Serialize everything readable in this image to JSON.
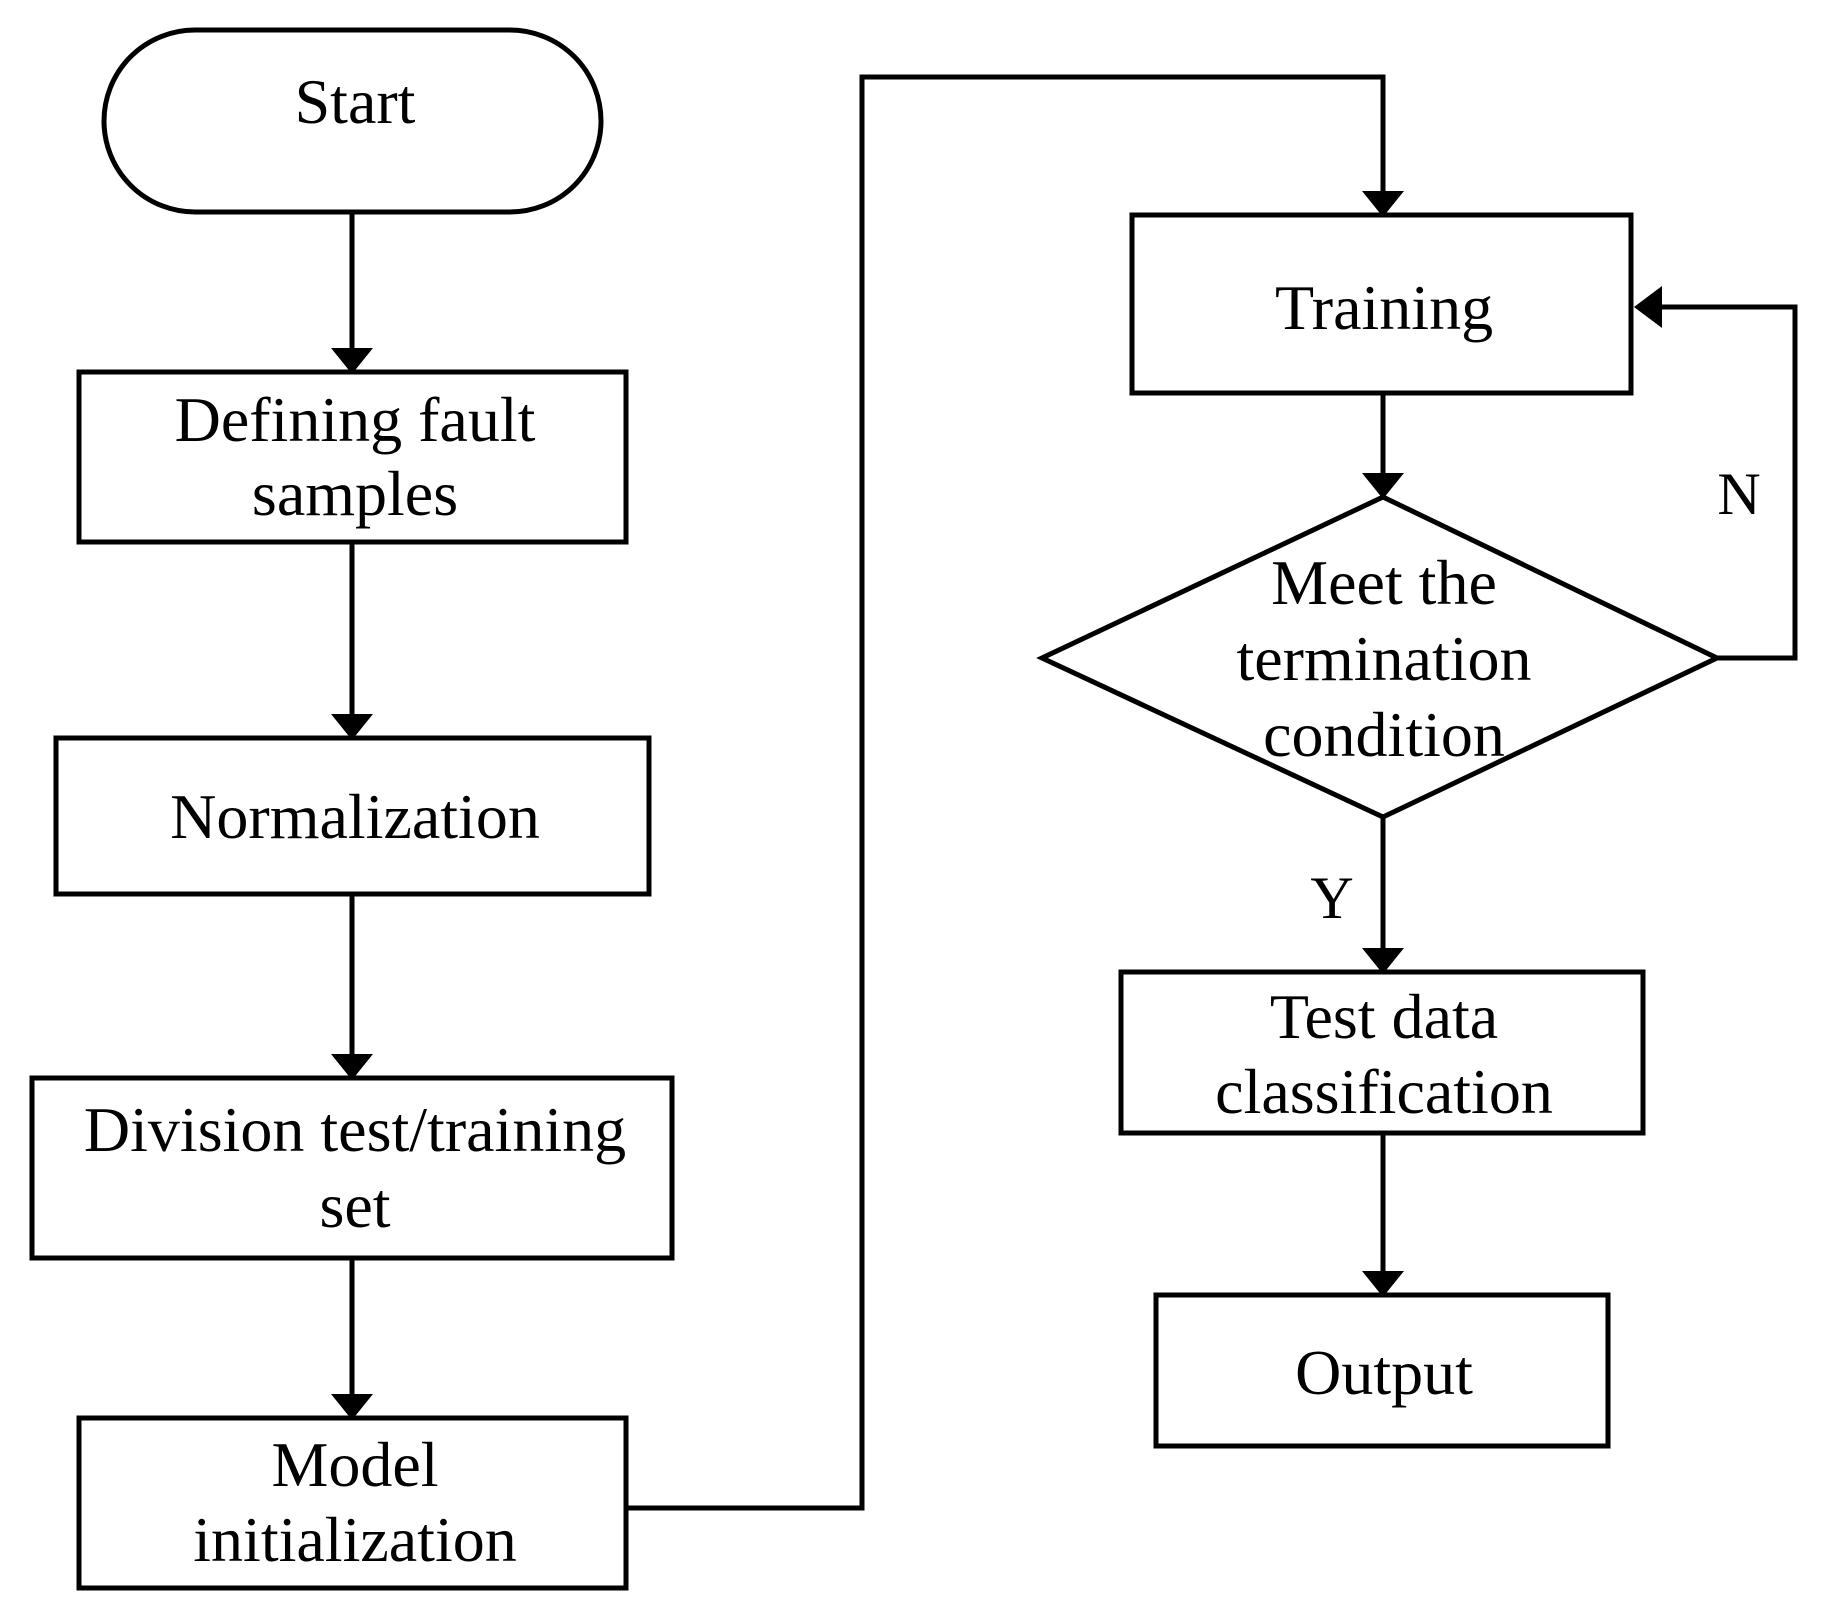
{
  "diagram": {
    "type": "flowchart",
    "nodes": {
      "start": {
        "shape": "terminator",
        "lines": [
          "Start"
        ]
      },
      "define": {
        "shape": "process",
        "lines": [
          "Defining fault",
          "samples"
        ]
      },
      "normalize": {
        "shape": "process",
        "lines": [
          "Normalization"
        ]
      },
      "division": {
        "shape": "process",
        "lines": [
          "Division test/training",
          "set"
        ]
      },
      "model_init": {
        "shape": "process",
        "lines": [
          "Model",
          "initialization"
        ]
      },
      "training": {
        "shape": "process",
        "lines": [
          "Training"
        ]
      },
      "decision": {
        "shape": "decision",
        "lines": [
          "Meet the",
          "termination",
          "condition"
        ]
      },
      "test_class": {
        "shape": "process",
        "lines": [
          "Test data",
          "classification"
        ]
      },
      "output": {
        "shape": "process",
        "lines": [
          "Output"
        ]
      }
    },
    "edges": [
      {
        "from": "start",
        "to": "define"
      },
      {
        "from": "define",
        "to": "normalize"
      },
      {
        "from": "normalize",
        "to": "division"
      },
      {
        "from": "division",
        "to": "model_init"
      },
      {
        "from": "model_init",
        "to": "training"
      },
      {
        "from": "training",
        "to": "decision"
      },
      {
        "from": "decision",
        "to": "training",
        "label": "N"
      },
      {
        "from": "decision",
        "to": "test_class",
        "label": "Y"
      },
      {
        "from": "test_class",
        "to": "output"
      }
    ],
    "branch_labels": {
      "no": "N",
      "yes": "Y"
    },
    "colors": {
      "stroke": "#000000",
      "fill": "#ffffff",
      "text": "#000000"
    }
  }
}
